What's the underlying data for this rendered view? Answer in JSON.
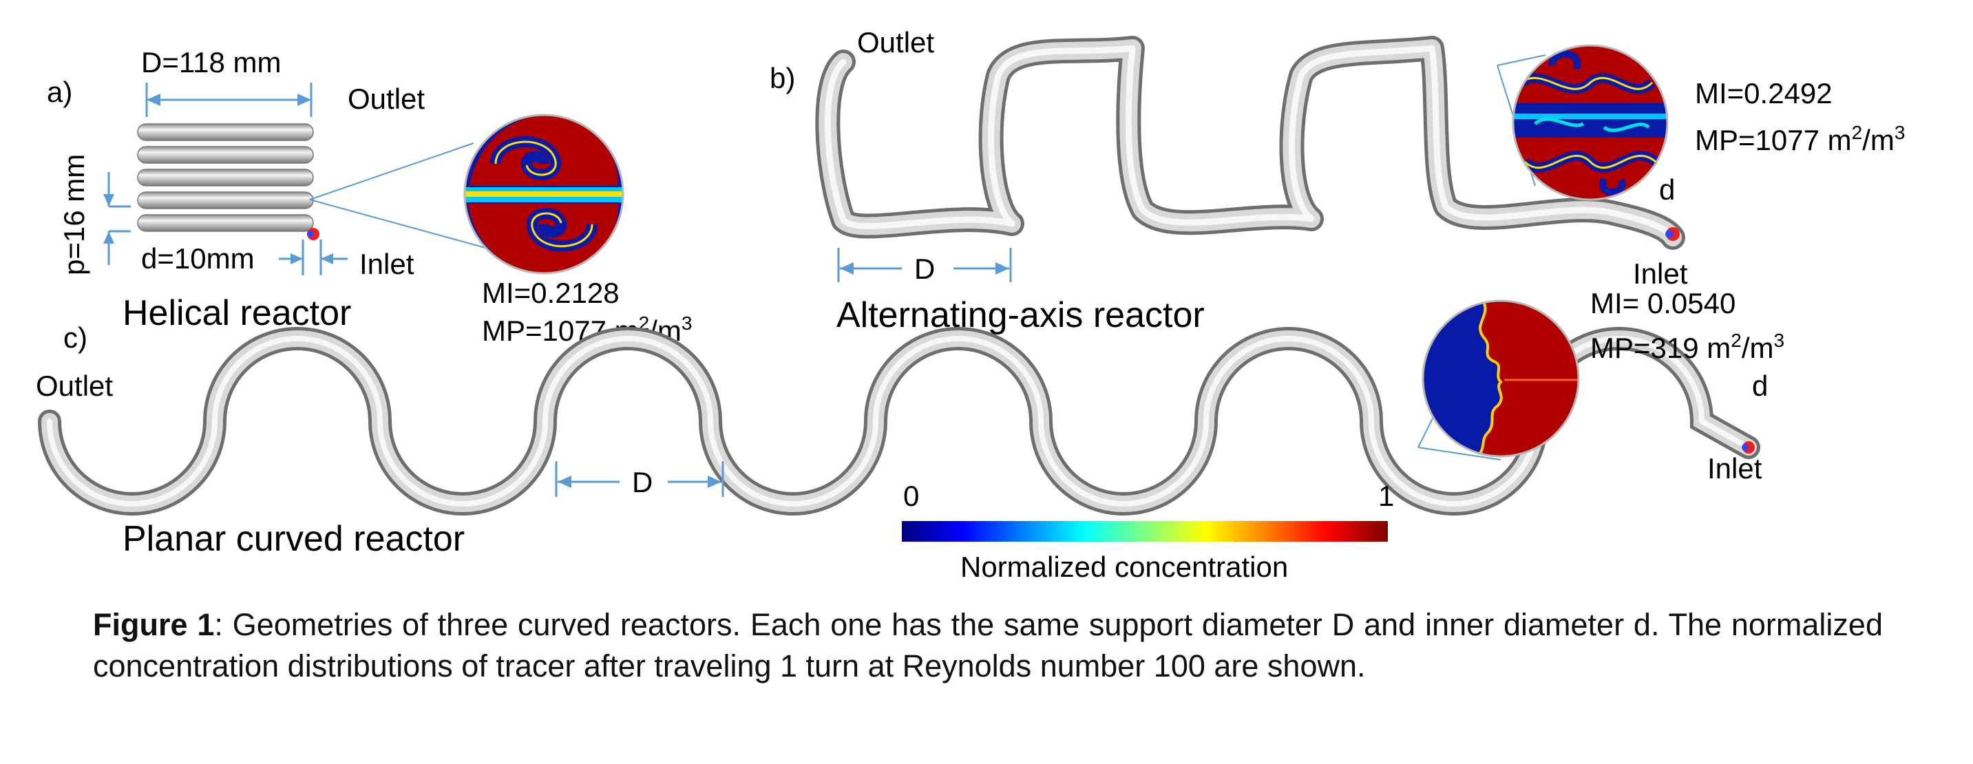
{
  "panel_a": {
    "letter": "a)",
    "d_big": "D=118 mm",
    "pitch": "p=16 mm",
    "d_small": "d=10mm",
    "outlet": "Outlet",
    "inlet": "Inlet",
    "mi": "MI=0.2128",
    "mp_value": "MP=1077 m",
    "mp_exp1": "2",
    "mp_mid": "/m",
    "mp_exp2": "3",
    "title": "Helical reactor"
  },
  "panel_b": {
    "letter": "b)",
    "outlet": "Outlet",
    "inlet": "Inlet",
    "d_marker": "d",
    "D_marker": "D",
    "mi": "MI=0.2492",
    "mp_value": "MP=1077 m",
    "mp_exp1": "2",
    "mp_mid": "/m",
    "mp_exp2": "3",
    "title": "Alternating-axis  reactor"
  },
  "panel_c": {
    "letter": "c)",
    "outlet": "Outlet",
    "inlet": "Inlet",
    "d_marker": "d",
    "D_marker": "D",
    "mi": "MI= 0.0540",
    "mp_value": "MP=319 m",
    "mp_exp1": "2",
    "mp_mid": "/m",
    "mp_exp2": "3",
    "title": "Planar curved reactor"
  },
  "colorbar": {
    "min_label": "0",
    "max_label": "1",
    "title": "Normalized concentration",
    "stops": [
      "#00007f",
      "#0000ff",
      "#0080ff",
      "#00ffff",
      "#80ff80",
      "#ffff00",
      "#ff8000",
      "#ff0000",
      "#7f0000"
    ]
  },
  "colors": {
    "dimension_line": "#5b9bd5",
    "tube_light": "#f2f2f2",
    "tube_mid": "#c8c8c8",
    "tube_dark": "#7a7a7a",
    "field_red": "#b00000",
    "field_blue": "#0a1aa8"
  },
  "caption": {
    "label": "Figure 1",
    "text": ": Geometries of three curved reactors. Each one has the same support diameter D and inner diameter d. The normalized concentration distributions of tracer after traveling 1 turn at Reynolds number 100 are shown."
  }
}
